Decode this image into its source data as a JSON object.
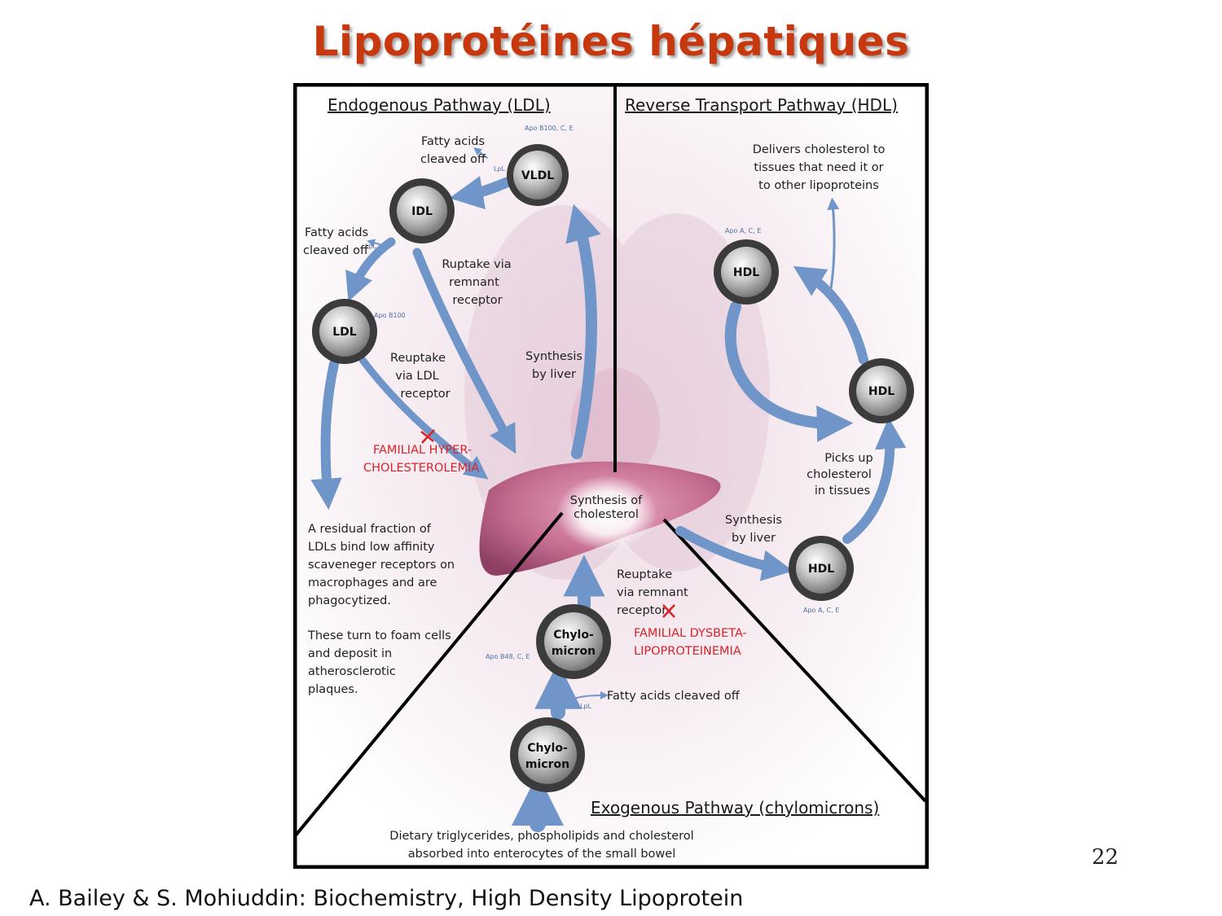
{
  "slide": {
    "title": "Lipoprotéines hépatiques",
    "page_number": "22",
    "citation": "A. Bailey & S. Mohiuddin: Biochemistry, High Density Lipoprotein"
  },
  "diagram": {
    "headings": {
      "endogenous": "Endogenous Pathway (LDL)",
      "reverse": "Reverse Transport Pathway (HDL)",
      "exogenous": "Exogenous Pathway (chylomicrons)"
    },
    "particles": {
      "vldl": "VLDL",
      "idl": "IDL",
      "ldl": "LDL",
      "hdl_top": "HDL",
      "hdl_mid": "HDL",
      "hdl_bottom": "HDL",
      "chylo_upper": [
        "Chylo-",
        "micron"
      ],
      "chylo_lower": [
        "Chylo-",
        "micron"
      ]
    },
    "apo_labels": {
      "vldl": "Apo B100, C, E",
      "ldl": "Apo B100",
      "hdl_top": "Apo A, C, E",
      "hdl_bottom": "Apo A, C, E",
      "chylo": "Apo B48, C, E"
    },
    "enzyme_labels": {
      "lpl_1": "LpL",
      "lpl_2": "LpL",
      "lpl_3": "LpL"
    },
    "labels": {
      "fatty_acids_1": [
        "Fatty acids",
        "cleaved off"
      ],
      "fatty_acids_2": [
        "Fatty acids",
        "cleaved off"
      ],
      "ruptake": [
        "Ruptake via",
        "remnant",
        "receptor"
      ],
      "reuptake_ldl": [
        "Reuptake",
        "via LDL",
        "receptor"
      ],
      "synthesis_liver_left": [
        "Synthesis",
        "by liver"
      ],
      "synthesis_cholesterol": [
        "Synthesis of",
        "cholesterol"
      ],
      "residual": [
        "A residual fraction of",
        "LDLs bind low affinity",
        "scaveneger receptors on",
        "macrophages and are",
        "phagocytized."
      ],
      "foam": [
        "These turn to foam cells",
        "and deposit in",
        "atherosclerotic",
        "plaques."
      ],
      "delivers": [
        "Delivers cholesterol to",
        "tissues that need it or",
        "to other lipoproteins"
      ],
      "picks_up": [
        "Picks up",
        "cholesterol",
        "in tissues"
      ],
      "synthesis_liver_right": [
        "Synthesis",
        "by liver"
      ],
      "reuptake_remnant": [
        "Reuptake",
        "via remnant",
        "receptor"
      ],
      "fatty_acids_3": "Fatty acids cleaved off",
      "dietary": [
        "Dietary triglycerides, phospholipids and cholesterol",
        "absorbed into enterocytes of the small bowel"
      ]
    },
    "disorders": {
      "fh": [
        "FAMILIAL HYPER-",
        "CHOLESTEROLEMIA"
      ],
      "fd": [
        "FAMILIAL DYSBETA-",
        "LIPOPROTEINEMIA"
      ]
    },
    "colors": {
      "title": "#c8380f",
      "arrow": "#6f95c9",
      "disorder_text": "#d8232a",
      "liver": "#c46b90"
    }
  }
}
